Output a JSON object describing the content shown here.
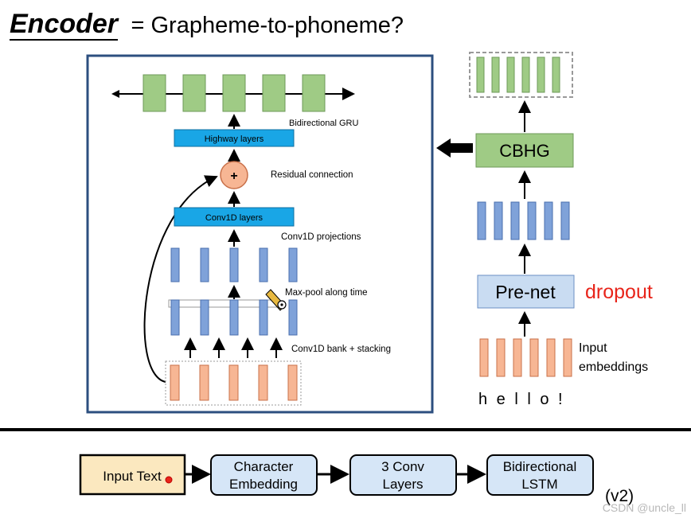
{
  "title": {
    "main": "Encoder",
    "suffix": "= Grapheme-to-phoneme?"
  },
  "cbhg": {
    "bidirectional_gru": "Bidirectional GRU",
    "highway_layers": "Highway layers",
    "residual_connection": "Residual connection",
    "plus": "+",
    "conv1d_layers": "Conv1D layers",
    "conv1d_projections": "Conv1D projections",
    "max_pool": "Max-pool along time",
    "conv1d_bank": "Conv1D bank + stacking"
  },
  "right": {
    "cbhg_label": "CBHG",
    "prenet_label": "Pre-net",
    "dropout": "dropout",
    "input_embeddings_1": "Input",
    "input_embeddings_2": "embeddings",
    "input_chars": "h e l l o !"
  },
  "pipeline": {
    "steps": [
      "Input Text",
      "Character\nEmbedding",
      "3 Conv\nLayers",
      "Bidirectional\nLSTM"
    ],
    "version": "(v2)"
  },
  "watermark": "CSDN @uncle_ll",
  "colors": {
    "green_block": "#9fcb85",
    "blue_bar": "#7fa2d9",
    "cyan_box": "#19a6e6",
    "orange_block": "#f7b694",
    "frame_blue": "#2c4f7f",
    "dropout_red": "#e8241a",
    "prenet_fill": "#c9dcf2"
  }
}
